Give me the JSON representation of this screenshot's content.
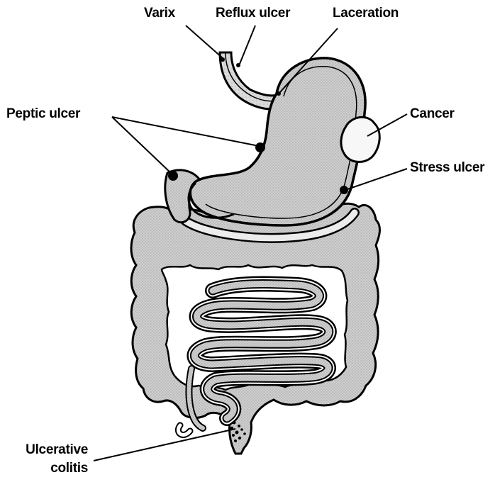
{
  "labels": {
    "varix": "Varix",
    "reflux_ulcer": "Reflux ulcer",
    "laceration": "Laceration",
    "peptic_ulcer": "Peptic ulcer",
    "cancer": "Cancer",
    "stress_ulcer": "Stress ulcer",
    "ulcerative_colitis_line1": "Ulcerative",
    "ulcerative_colitis_line2": "colitis"
  },
  "colors": {
    "organ_fill": "#c9c9c9",
    "organ_outline": "#000000",
    "lesion_mark": "#000000",
    "tumor_fill": "#f7f7f7",
    "background": "#ffffff"
  }
}
